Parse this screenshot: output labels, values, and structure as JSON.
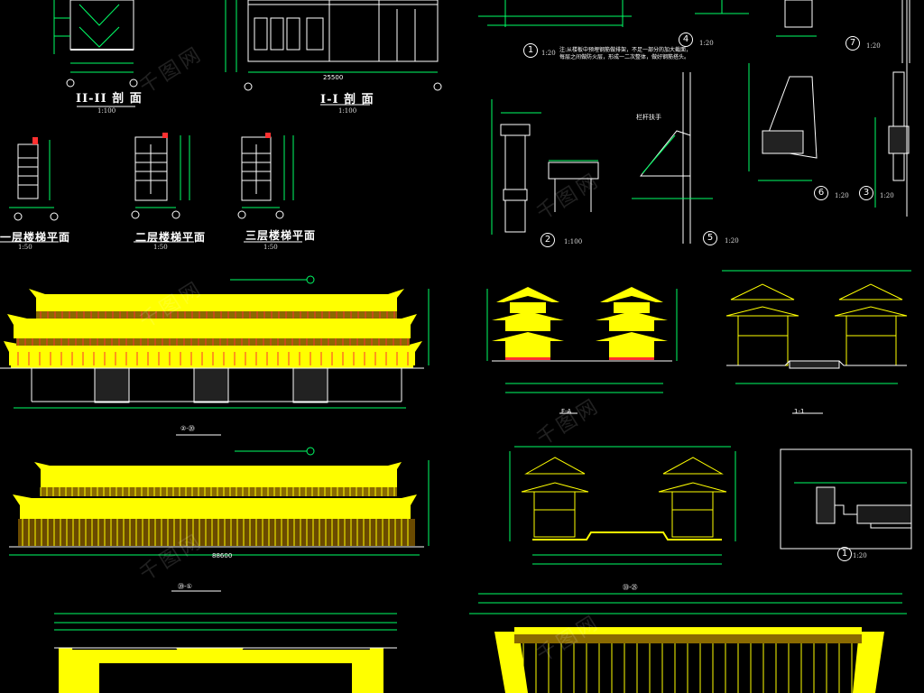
{
  "labels": {
    "section_II": "II-II 剖 面",
    "section_II_scale": "1:100",
    "section_I": "I-I 剖 面",
    "section_I_scale": "1:100",
    "stair_1": "一层楼梯平面",
    "stair_1_scale": "1:50",
    "stair_2": "二层楼梯平面",
    "stair_2_scale": "1:50",
    "stair_3": "三层楼梯平面",
    "stair_3_scale": "1:50",
    "elev_a": "②-⑳",
    "elev_b": "⑳-①",
    "elev_c": "F-A",
    "elev_d": "1-1",
    "elev_e": "㉝-㉕",
    "dim_long": "25500",
    "dim_long2": "88600"
  },
  "details": {
    "d1": "1",
    "d1_scale": "1:20",
    "d2": "2",
    "d2_scale": "1:100",
    "d3": "3",
    "d3_scale": "1:20",
    "d4": "4",
    "d4_scale": "1:20",
    "d5": "5",
    "d5_scale": "1:20",
    "d6": "6",
    "d6_scale": "1:20",
    "d7": "7",
    "d7_scale": "1:20",
    "d8": "1",
    "d8_scale": "1:20",
    "note": "注:从楼板中预埋钢筋做排架，不足一部分的加大截面，每层之间做防火层，形成一二次整体，做好钢筋搭头。",
    "railing": "栏杆扶手"
  },
  "colors": {
    "background": "#000000",
    "line_white": "#ffffff",
    "line_green": "#00ff66",
    "fill_yellow": "#ffff00",
    "line_red": "#ff3030",
    "line_cyan": "#00ffff",
    "line_magenta": "#ff40ff"
  },
  "watermark": "千图网"
}
